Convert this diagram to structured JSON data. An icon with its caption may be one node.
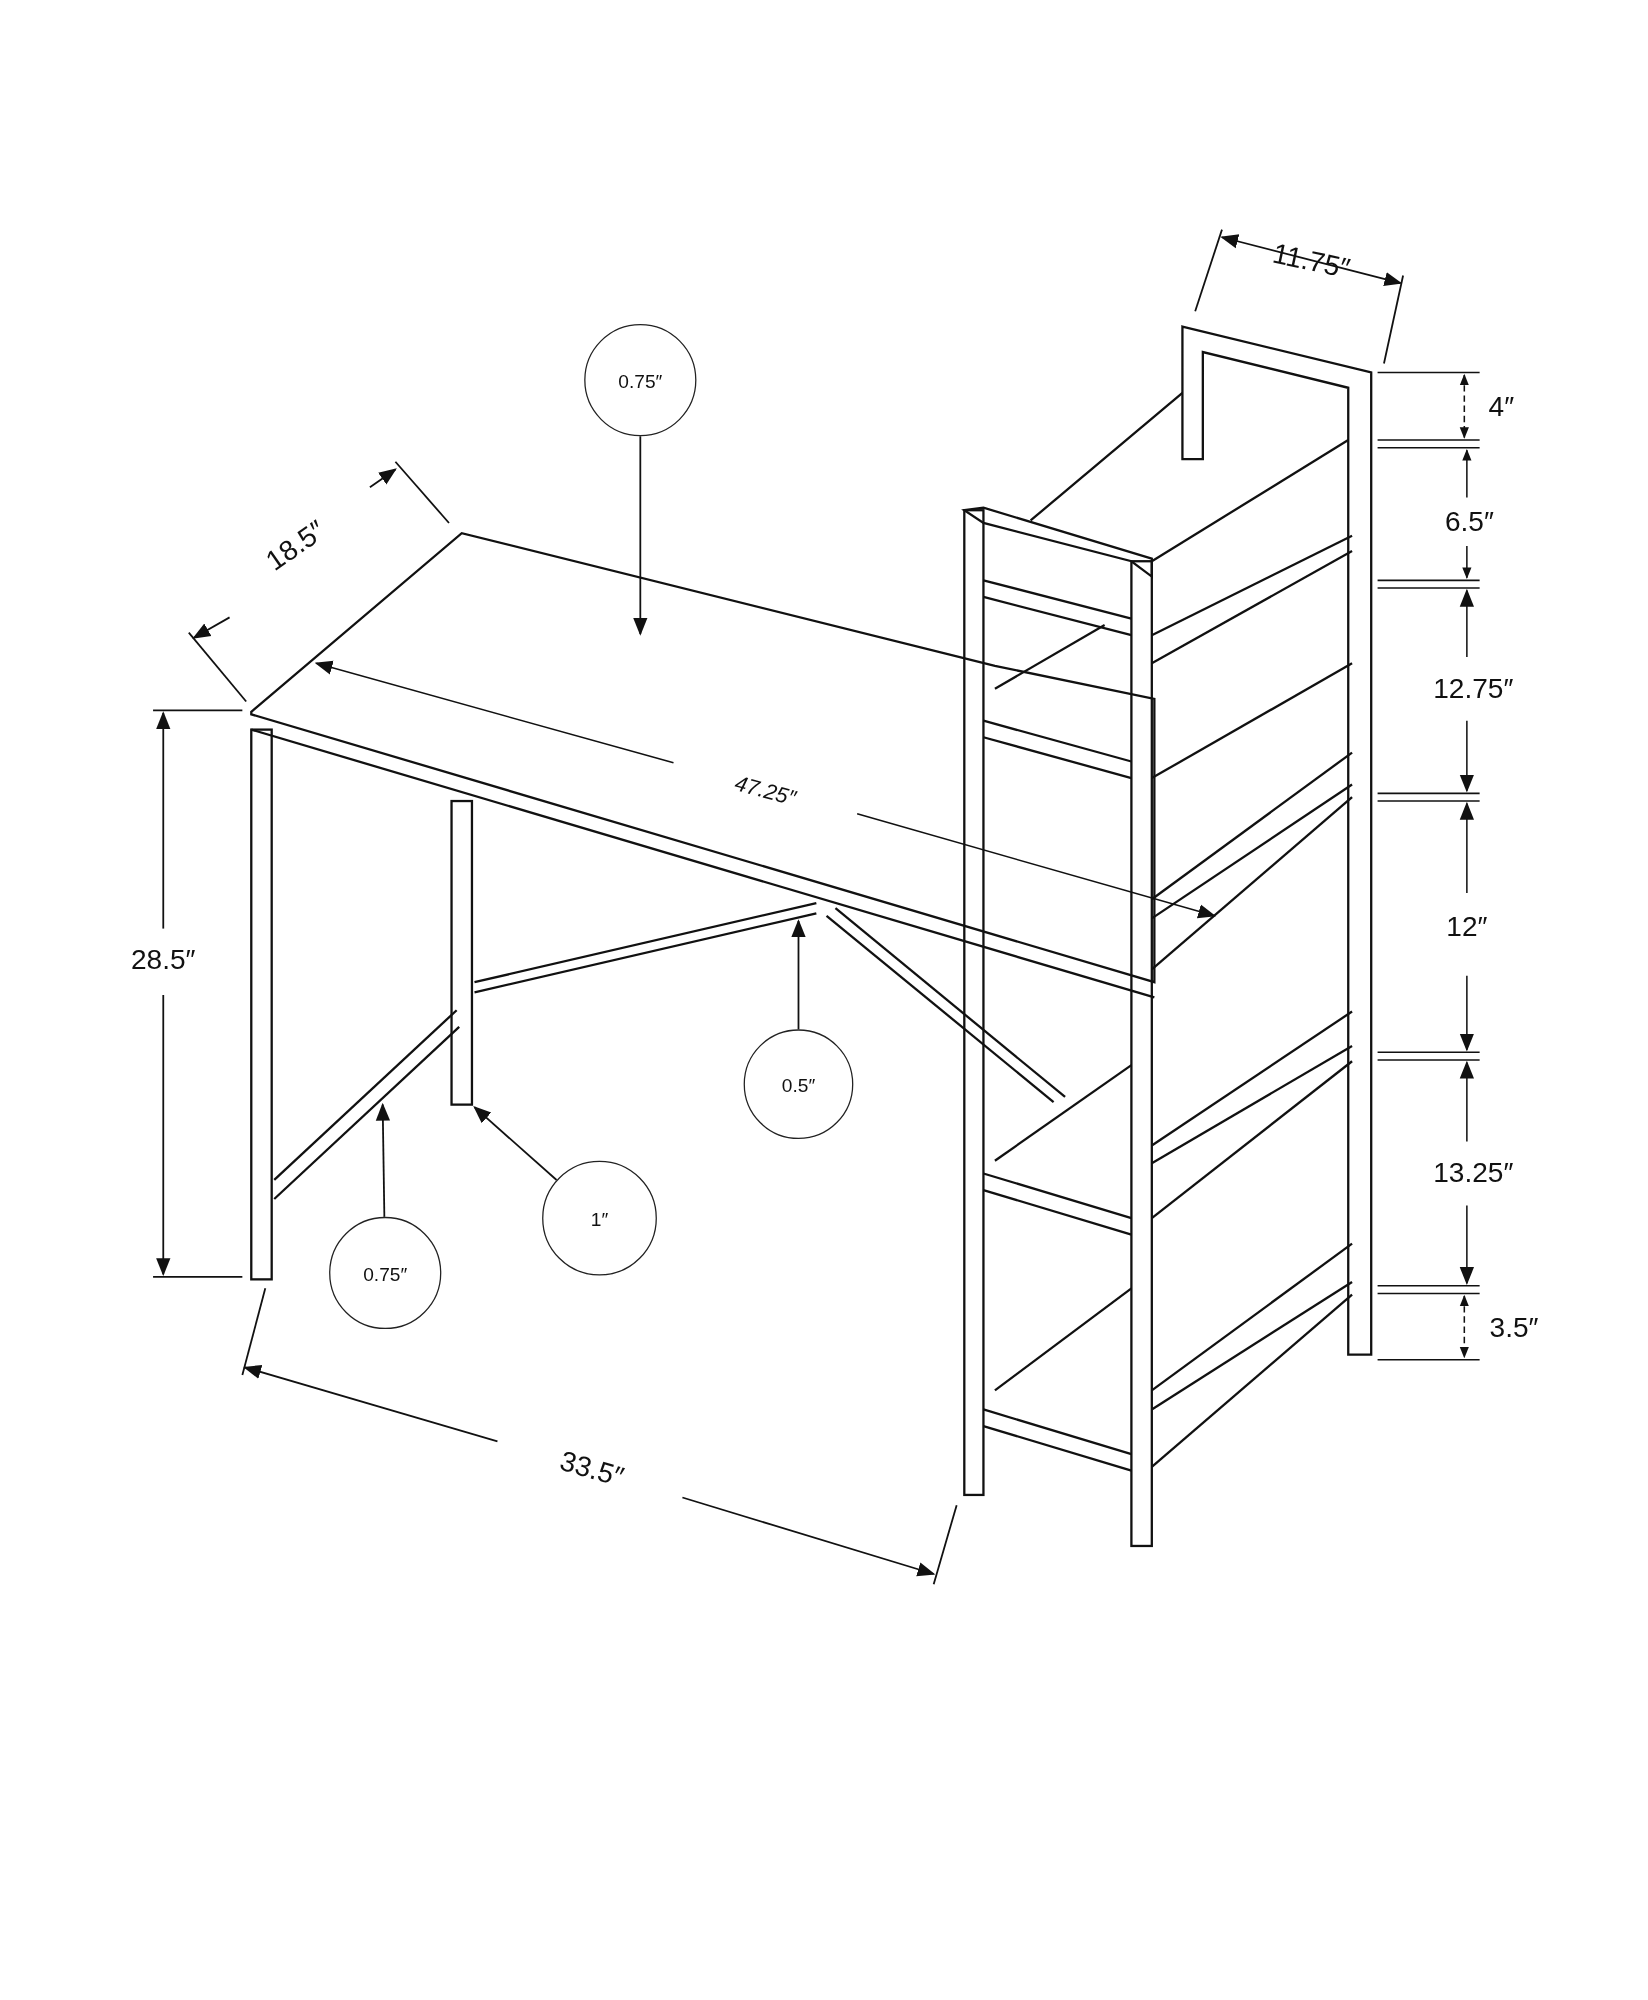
{
  "diagram": {
    "nodes": [
      {
        "text": [
          "0.75″"
        ]
      },
      {
        "text": [
          "0.5″"
        ]
      },
      {
        "text": [
          "1″"
        ]
      },
      {
        "text": [
          "0.75″"
        ]
      }
    ],
    "edges": [
      {
        "from": 0,
        "to": null,
        "arrow": "to"
      },
      {
        "from": 1,
        "to": null,
        "arrow": "to"
      },
      {
        "from": 2,
        "to": null,
        "arrow": "to"
      },
      {
        "from": 3,
        "to": null,
        "arrow": "to"
      }
    ],
    "labels": [
      "11.75″",
      "4″",
      "6.5″",
      "18.5″",
      "12.75″",
      "47.25″",
      "12″",
      "28.5″",
      "13.25″",
      "3.5″",
      "33.5″"
    ]
  }
}
